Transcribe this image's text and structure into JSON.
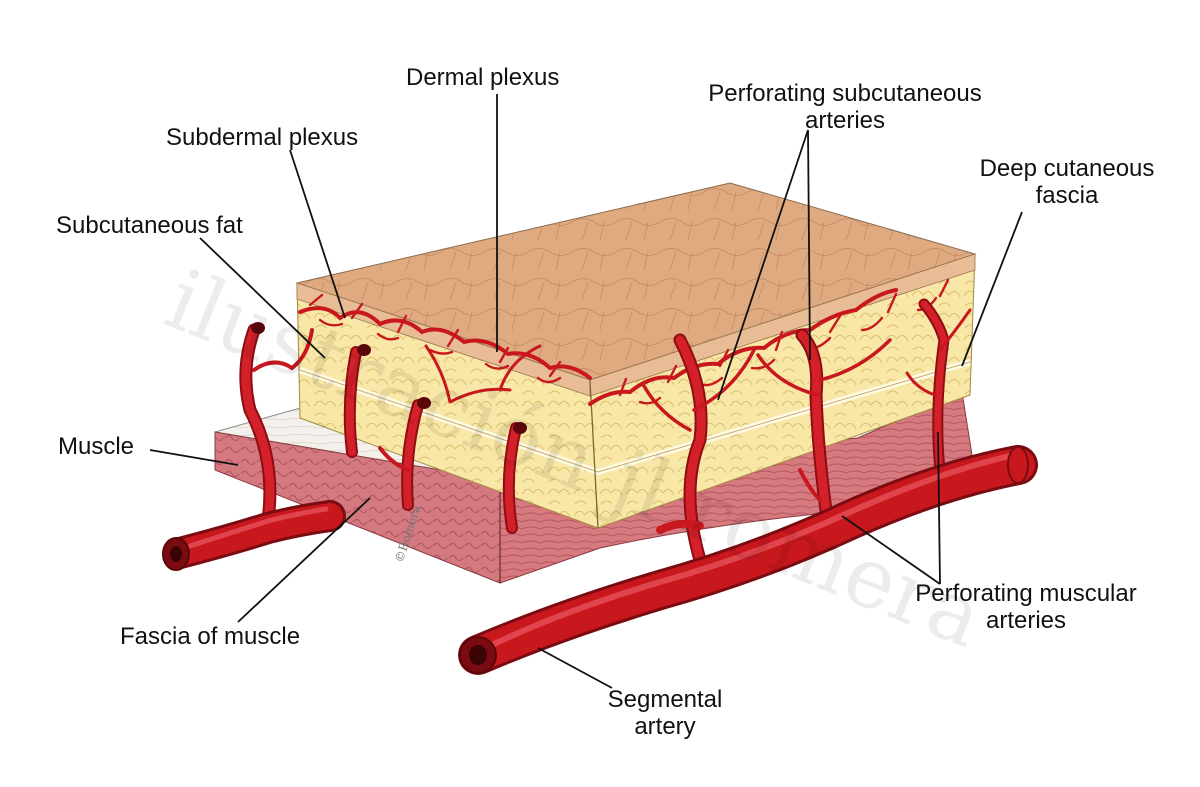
{
  "labels": {
    "dermal_plexus": "Dermal plexus",
    "perforating_subcutaneous_line1": "Perforating subcutaneous",
    "perforating_subcutaneous_line2": "arteries",
    "subdermal_plexus": "Subdermal plexus",
    "deep_cutaneous_fascia_line1": "Deep cutaneous",
    "deep_cutaneous_fascia_line2": "fascia",
    "subcutaneous_fat": "Subcutaneous fat",
    "muscle": "Muscle",
    "fascia_of_muscle": "Fascia of muscle",
    "perforating_muscular_line1": "Perforating muscular",
    "perforating_muscular_line2": "arteries",
    "segmental_artery_line1": "Segmental",
    "segmental_artery_line2": "artery"
  },
  "watermark": "ilustración jl romera",
  "credit": "©Romera",
  "colors": {
    "skin": "#e0aa80",
    "fat": "#f8e7a6",
    "muscle": "#d67a80",
    "fascia": "#f4f1ec",
    "artery": "#c8181e"
  }
}
